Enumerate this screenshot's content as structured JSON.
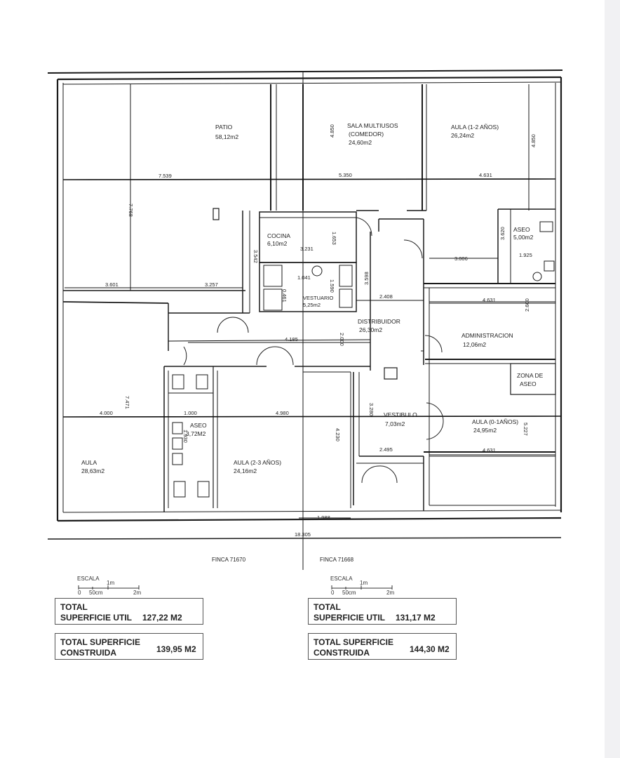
{
  "rooms": {
    "patio": {
      "name": "PATIO",
      "area": "58,12m2"
    },
    "sala_multiusos": {
      "name": "SALA MULTIUSOS",
      "sub": "(COMEDOR)",
      "area": "24,60m2"
    },
    "aula_1_2": {
      "name": "AULA (1-2 AÑOS)",
      "area": "26,24m2"
    },
    "cocina": {
      "name": "COCINA",
      "area": "6,10m2"
    },
    "aseo_right": {
      "name": "ASEO",
      "area": "5,00m2"
    },
    "vestuario": {
      "name": "VESTUARIO",
      "area": "5,25m2"
    },
    "distribuidor": {
      "name": "DISTRIBUIDOR",
      "area": "26,30m2"
    },
    "administracion": {
      "name": "ADMINISTRACION",
      "area": "12,06m2"
    },
    "zona_aseo": {
      "name1": "ZONA DE",
      "name2": "ASEO"
    },
    "aula_left": {
      "name": "AULA",
      "area": "28,63m2"
    },
    "aseo_left": {
      "name": "ASEO",
      "area": "3,72M2"
    },
    "aula_2_3": {
      "name": "AULA (2-3 AÑOS)",
      "area": "24,16m2"
    },
    "vestibulo": {
      "name": "VESTIBULO",
      "area": "7,03m2"
    },
    "aula_0_1": {
      "name": "AULA (0-1AÑOS)",
      "area": "24,95m2"
    }
  },
  "dimensions": {
    "d7539": "7.539",
    "d5350": "5.350",
    "d4631a": "4.631",
    "d7768": "7.768",
    "d4850a": "4.850",
    "d4850b": "4.850",
    "d3601": "3.601",
    "d3257": "3.257",
    "d3542": "3.542",
    "d1653": "1.653",
    "d3231": "3.231",
    "d1041": "1.041",
    "d1590": "1.590",
    "d0461": "0.461",
    "d3620": "3.620",
    "d3006": "3.006",
    "d1925": "1.925",
    "d4185": "4.185",
    "d2000": "2.000",
    "d3598": "3.598",
    "d2408": "2.408",
    "d4631b": "4.631",
    "d2600": "2.600",
    "d4000": "4.000",
    "d7471": "7.471",
    "d1000": "1.000",
    "d4980": "4.980",
    "d1930": "1.930",
    "d4230": "4.230",
    "d3280": "3.280",
    "d2495": "2.495",
    "d5227": "5.227",
    "d4631c": "4.631",
    "d1988": "1.988",
    "d18305": "18.305"
  },
  "finca_left": "FINCA 71670",
  "finca_right": "FINCA 71668",
  "scale": {
    "title": "ESCALA",
    "m1": "1m",
    "m0": "0",
    "cm50": "50cm",
    "m2": "2m"
  },
  "summary": {
    "left": {
      "util_l1": "TOTAL",
      "util_l2": "SUPERFICIE UTIL",
      "util_v": "127,22 M2",
      "cons_l1": "TOTAL SUPERFICIE",
      "cons_l2": "CONSTRUIDA",
      "cons_v": "139,95 M2"
    },
    "right": {
      "util_l1": "TOTAL",
      "util_l2": "SUPERFICIE UTIL",
      "util_v": "131,17 M2",
      "cons_l1": "TOTAL SUPERFICIE",
      "cons_l2": "CONSTRUIDA",
      "cons_v": "144,30 M2"
    }
  },
  "colors": {
    "line": "#1a1a1a",
    "text": "#222222",
    "page": "#ffffff",
    "strip": "#f1f1f3"
  }
}
